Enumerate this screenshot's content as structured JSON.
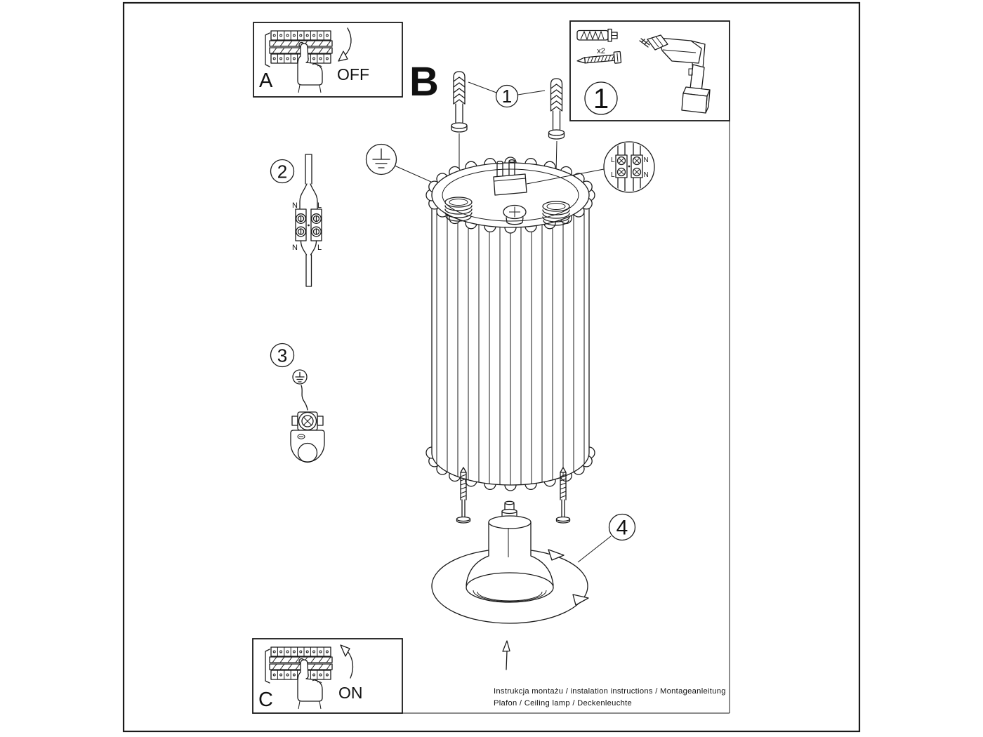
{
  "doc": {
    "footer_line1": "Instrukcja montażu / instalation instructions / Montageanleitung",
    "footer_line2": "Plafon / Ceiling lamp / Deckenleuchte"
  },
  "panels": {
    "power_off": {
      "label": "A",
      "state": "OFF"
    },
    "main_section": {
      "label": "B"
    },
    "power_on": {
      "label": "C",
      "state": "ON"
    },
    "parts": {
      "number": "1",
      "anchor_qty": "x2"
    }
  },
  "callouts": {
    "screws": "1",
    "connector": "2",
    "ground": "3",
    "bulb": "4"
  },
  "connector_detail": {
    "tl": "L",
    "tr": "N",
    "bl": "L",
    "br": "N"
  },
  "connector_step": {
    "in_left": "N",
    "in_right": "L",
    "out_left": "N",
    "out_right": "L"
  },
  "colors": {
    "ink": "#1a1a1a",
    "paper": "#ffffff"
  }
}
